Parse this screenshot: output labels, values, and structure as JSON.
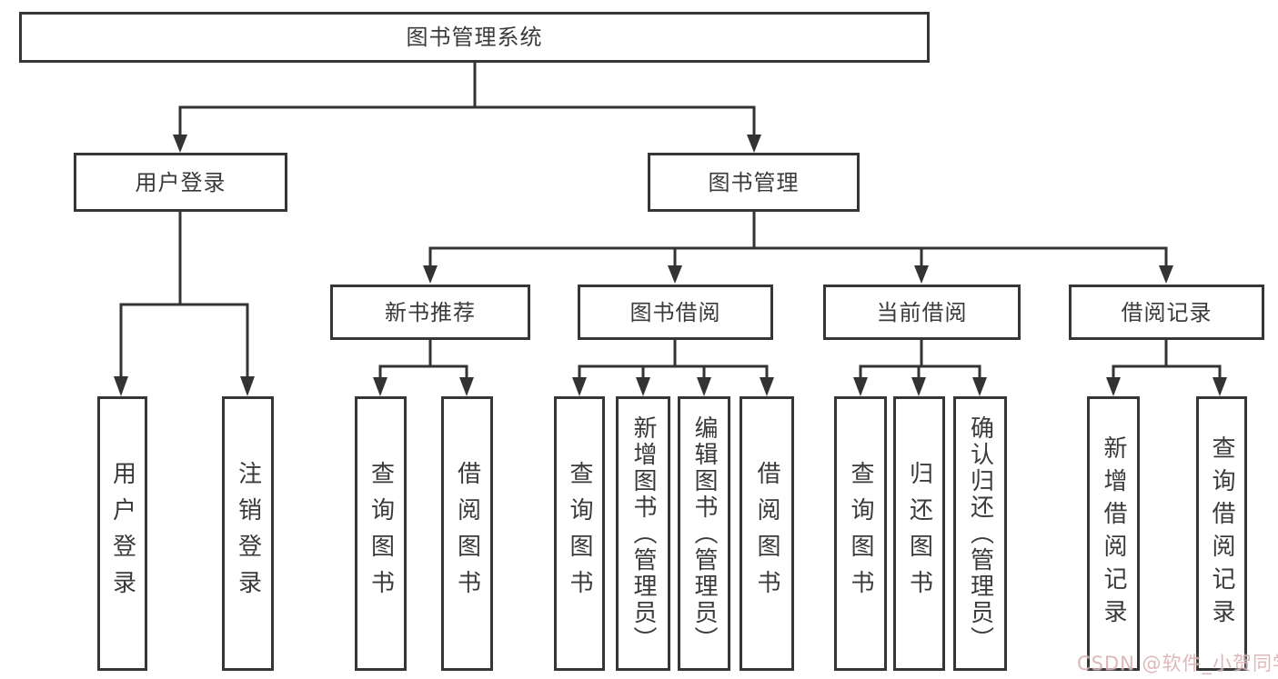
{
  "diagram_title": "图书管理系统",
  "tree": {
    "label": "图书管理系统",
    "children": [
      {
        "label": "用户登录",
        "children": [
          {
            "label": "用户登录"
          },
          {
            "label": "注销登录"
          }
        ]
      },
      {
        "label": "图书管理",
        "children": [
          {
            "label": "新书推荐",
            "children": [
              {
                "label": "查询图书"
              },
              {
                "label": "借阅图书"
              }
            ]
          },
          {
            "label": "图书借阅",
            "children": [
              {
                "label": "查询图书"
              },
              {
                "label": "新增图书（管理员）"
              },
              {
                "label": "编辑图书（管理员）"
              },
              {
                "label": "借阅图书"
              }
            ]
          },
          {
            "label": "当前借阅",
            "children": [
              {
                "label": "查询图书"
              },
              {
                "label": "归还图书"
              },
              {
                "label": "确认归还（管理员）"
              }
            ]
          },
          {
            "label": "借阅记录",
            "children": [
              {
                "label": "新增借阅记录"
              },
              {
                "label": "查询借阅记录"
              }
            ]
          }
        ]
      }
    ]
  },
  "watermark": {
    "text": "CSDN @软件_小贺同学"
  },
  "colors": {
    "line": "#333333",
    "box_border": "#363636",
    "text": "#3a3a3a",
    "background": "#ffffff",
    "watermark": "#d8acac"
  }
}
